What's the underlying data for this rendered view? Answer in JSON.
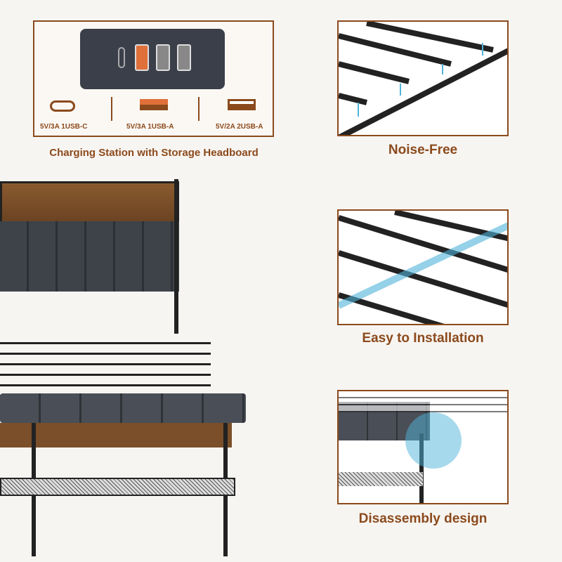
{
  "charging": {
    "ports": [
      {
        "label": "5V/3A 1USB-C",
        "icon": "usb-c-icon"
      },
      {
        "label": "5V/3A 1USB-A",
        "icon": "usb-a-fast-icon"
      },
      {
        "label": "5V/2A 2USB-A",
        "icon": "usb-a-icon"
      }
    ],
    "caption": "Charging Station with Storage Headboard"
  },
  "features": [
    {
      "caption": "Noise-Free"
    },
    {
      "caption": "Easy to Installation"
    },
    {
      "caption": "Disassembly design"
    }
  ],
  "colors": {
    "accent": "#8b4a1c",
    "usb_fast": "#e0703a",
    "highlight": "#4fb3d9"
  }
}
